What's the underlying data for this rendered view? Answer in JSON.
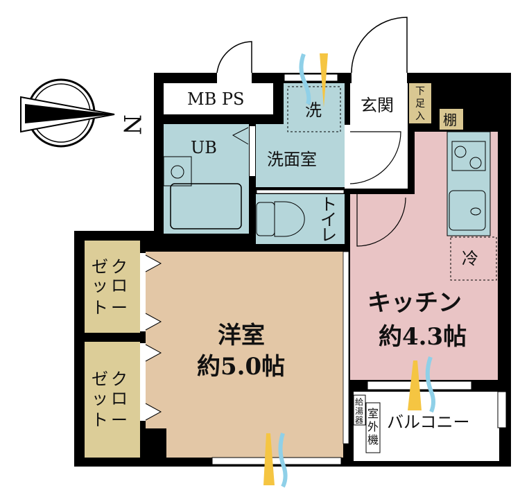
{
  "compass": {
    "north_label": "N"
  },
  "rooms": {
    "mbps": "MB PS",
    "washer": "洗",
    "entrance": "玄関",
    "shoe_box": [
      "下",
      "足",
      "入"
    ],
    "shelf": "棚",
    "unit_bath": "UB",
    "washroom": "洗面室",
    "toilet": [
      "ト",
      "イ",
      "レ"
    ],
    "fridge": "冷",
    "kitchen": {
      "name": "キッチン",
      "size": "約4.3帖"
    },
    "western_room": {
      "name": "洋室",
      "size": "約5.0帖"
    },
    "closet_1": {
      "col1": [
        "ゼ",
        "ッ",
        "ト"
      ],
      "col2": [
        "ク",
        "ロ",
        "ー"
      ]
    },
    "closet_2": {
      "col1": [
        "ゼ",
        "ッ",
        "ト"
      ],
      "col2": [
        "ク",
        "ロ",
        "ー"
      ]
    },
    "water_heater": [
      "給",
      "湯",
      "器"
    ],
    "outdoor_unit": [
      "室",
      "外",
      "機"
    ],
    "balcony": "バルコニー"
  },
  "colors": {
    "wall": "#000000",
    "wet_area": "#b5d6da",
    "western_room": "#e3c7a6",
    "kitchen": "#e9c4c5",
    "closet": "#dccd98",
    "tag": "#d9c792",
    "wind": "#8fd0e8",
    "light": "#f5c542"
  }
}
